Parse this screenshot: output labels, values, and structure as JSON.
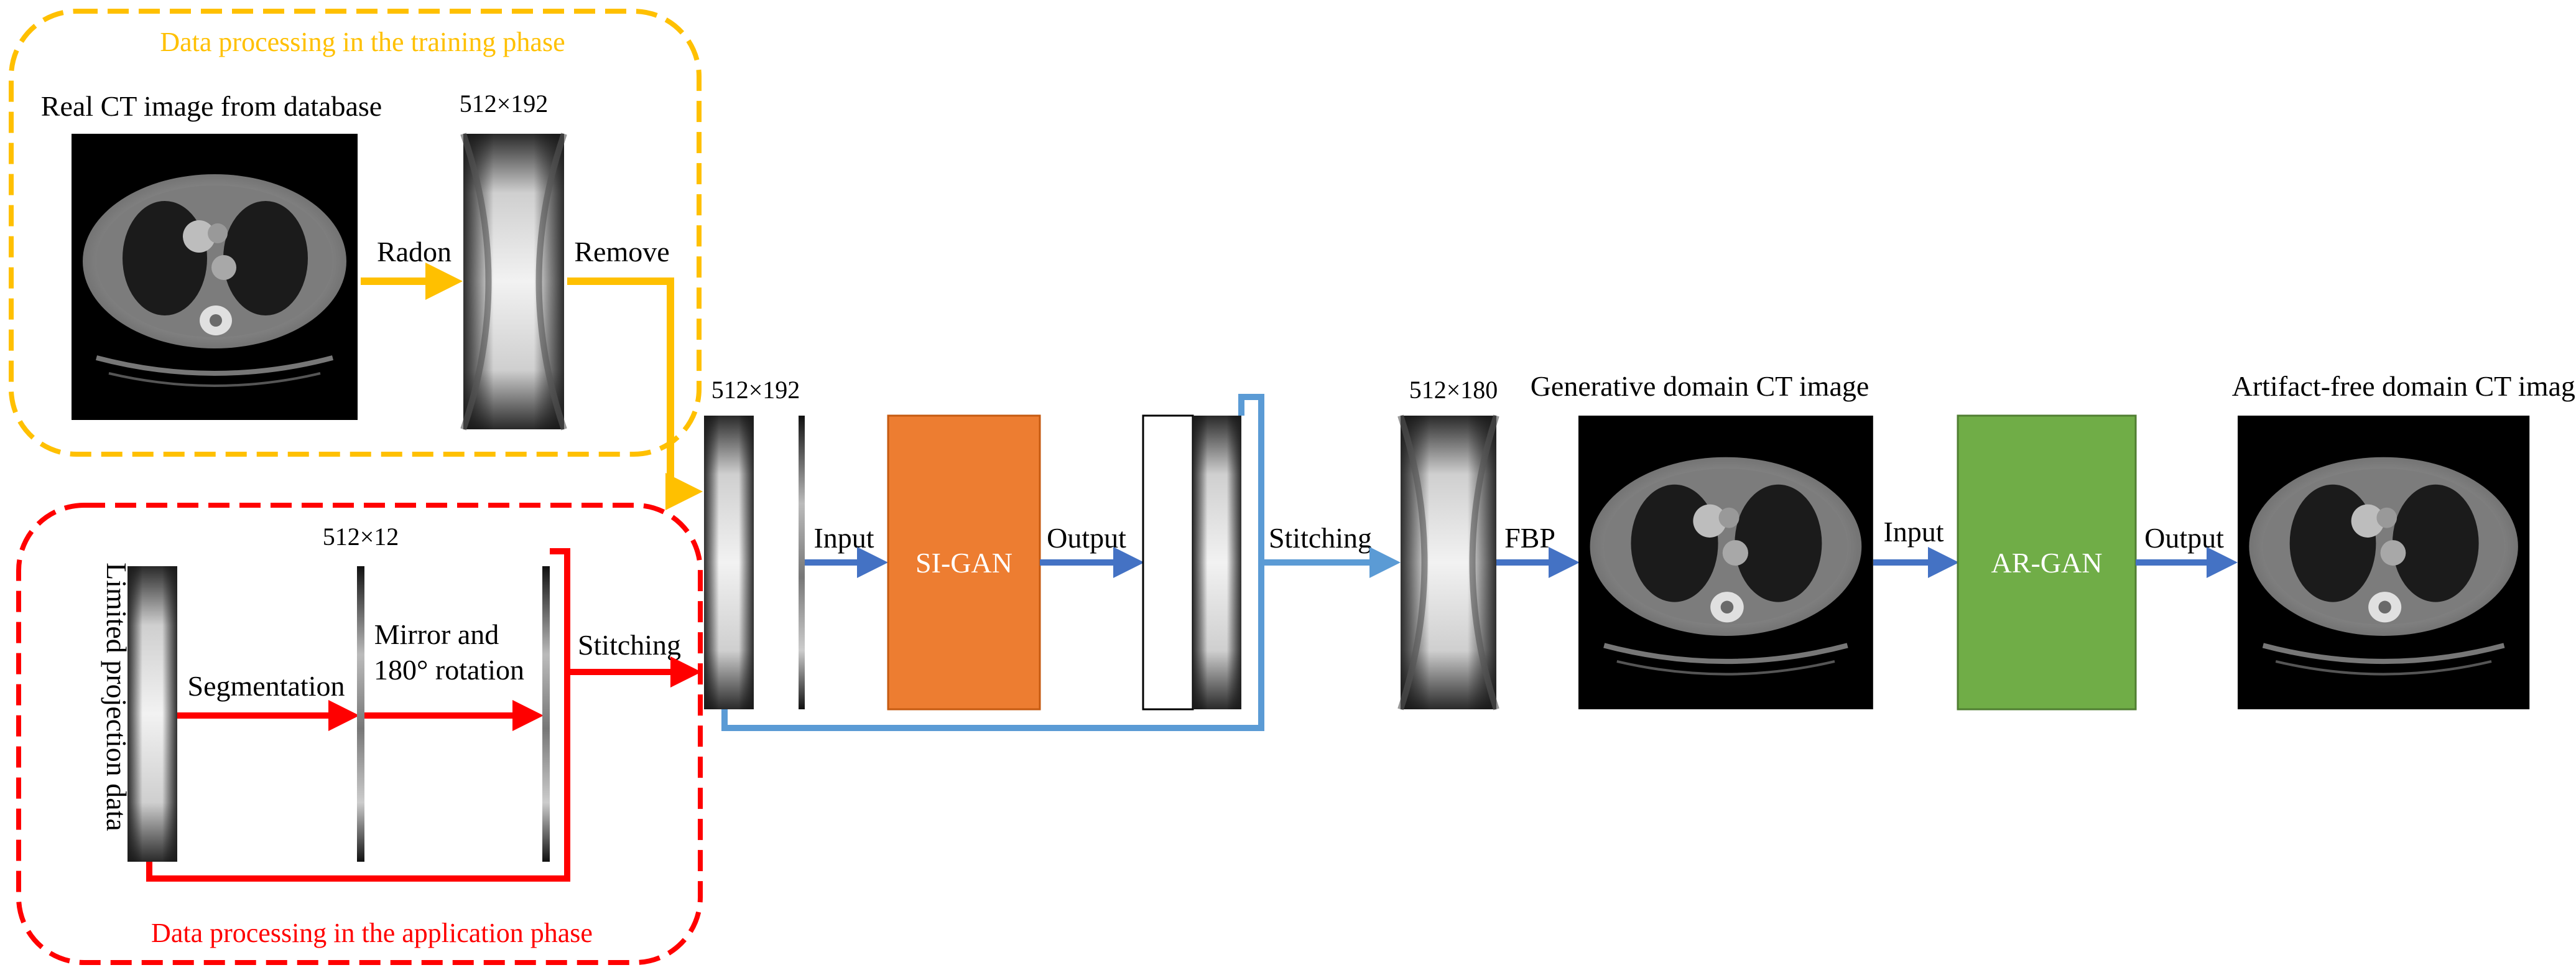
{
  "captions": {
    "training_phase": "Data processing in the training phase",
    "application_phase": "Data processing in the application phase"
  },
  "labels": {
    "real_ct": "Real CT image from database",
    "sino_dim_1": "512×192",
    "radon": "Radon",
    "remove": "Remove",
    "limited_projection": "Limited projection data",
    "dim_12": "512×12",
    "segmentation": "Segmentation",
    "mirror_line1": "Mirror and",
    "mirror_line2": "180° rotation",
    "stitching_1": "Stitching",
    "sino_dim_2": "512×192",
    "input_1": "Input",
    "output_1": "Output",
    "stitching_2": "Stitching",
    "sino_dim_3": "512×180",
    "fbp": "FBP",
    "gen_ct": "Generative domain CT image",
    "input_2": "Input",
    "output_2": "Output",
    "af_ct": "Artifact-free domain CT image"
  },
  "boxes": {
    "si_gan": "SI-GAN",
    "ar_gan": "AR-GAN"
  },
  "colors": {
    "training": "#FFC000",
    "application": "#FF0000",
    "flow": "#4472C4",
    "stitch": "#5B9BD5",
    "si_gan": "#ED7D31",
    "ar_gan": "#70AD47"
  }
}
